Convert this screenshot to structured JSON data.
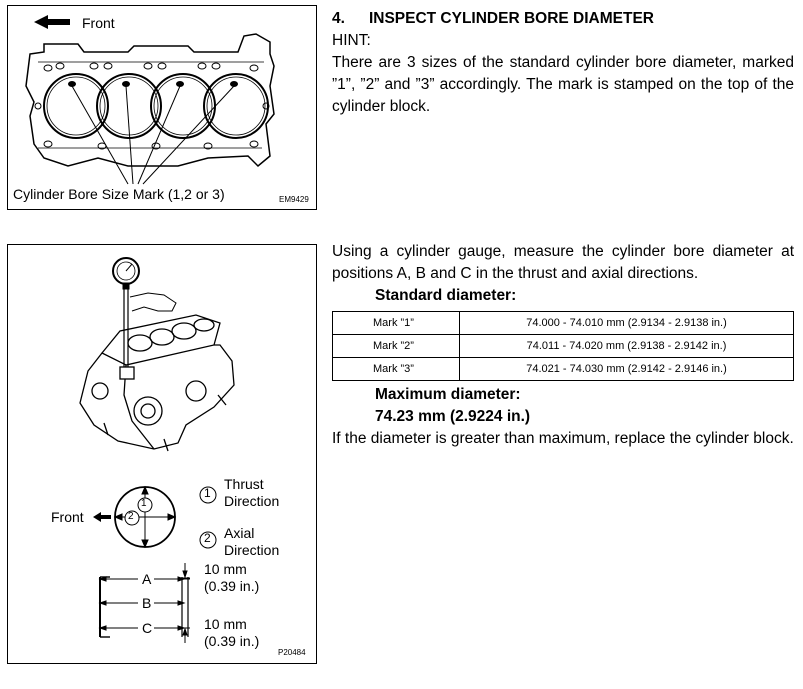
{
  "figure1": {
    "front_label": "Front",
    "caption": "Cylinder Bore Size Mark (1,2 or 3)",
    "code": "EM9429"
  },
  "section": {
    "number": "4.",
    "title": "INSPECT CYLINDER BORE DIAMETER",
    "hint_label": "HINT:",
    "hint_text": "There are 3 sizes of the standard cylinder bore diameter, marked ”1”, ”2” and ”3” accordingly. The mark is stamped on the top of the cylinder block."
  },
  "instruction": "Using a cylinder gauge, measure the cylinder bore diameter at positions A, B and C in the thrust and axial directions.",
  "standard_label": "Standard diameter:",
  "standard_table": [
    {
      "mark": "Mark ”1”",
      "value": "74.000 - 74.010 mm (2.9134 - 2.9138 in.)"
    },
    {
      "mark": "Mark ”2”",
      "value": "74.011 - 74.020 mm (2.9138 - 2.9142 in.)"
    },
    {
      "mark": "Mark ”3”",
      "value": "74.021 - 74.030 mm (2.9142 - 2.9146 in.)"
    }
  ],
  "maximum_label": "Maximum diameter:",
  "maximum_value": "74.23 mm (2.9224 in.)",
  "replace_text": "If the diameter is greater than maximum, replace the cylinder block.",
  "figure2": {
    "front_label": "Front",
    "circle_1": "1",
    "circle_2": "2",
    "legend_1_num": "1",
    "legend_1_line1": "Thrust",
    "legend_1_line2": "Direction",
    "legend_2_num": "2",
    "legend_2_line1": "Axial",
    "legend_2_line2": "Direction",
    "pos_a": "A",
    "pos_b": "B",
    "pos_c": "C",
    "top_dim_line1": "10 mm",
    "top_dim_line2": "(0.39 in.)",
    "bot_dim_line1": "10 mm",
    "bot_dim_line2": "(0.39 in.)",
    "code": "P20484"
  }
}
